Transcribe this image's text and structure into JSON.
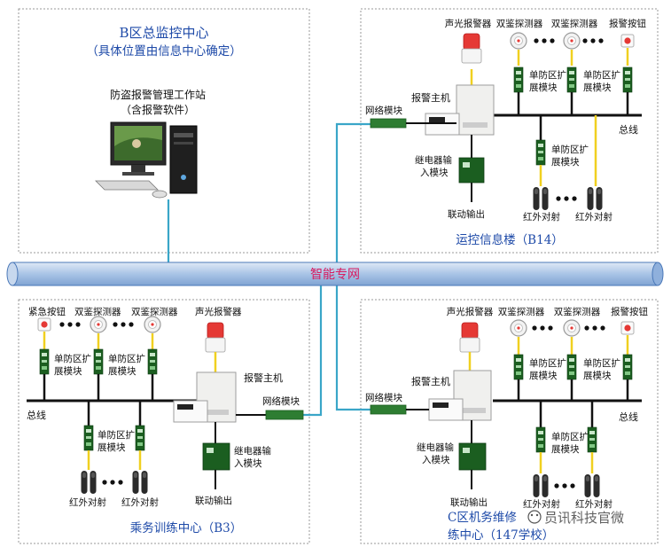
{
  "top_left": {
    "title": "B区总监控中心",
    "subtitle": "（具体位置由信息中心确定）",
    "workstation": "防盗报警管理工作站",
    "workstation_sub": "（含报警软件）"
  },
  "top_right": {
    "caption": "运控信息楼（B14）",
    "sound_light_alarm": "声光报警器",
    "dual_detector_1": "双鉴探测器",
    "dual_detector_2": "双鉴探测器",
    "alarm_button": "报警按钮",
    "zone_module_1a": "单防区扩",
    "zone_module_1b": "展模块",
    "zone_module_2a": "单防区扩",
    "zone_module_2b": "展模块",
    "alarm_host": "报警主机",
    "network_module": "网络模块",
    "bus": "总线",
    "relay_a": "继电器输",
    "relay_b": "入模块",
    "linkage_output": "联动输出",
    "ir_1": "红外对射",
    "ir_2": "红外对射"
  },
  "backbone": {
    "label": "智能专网"
  },
  "bottom_left": {
    "caption": "乘务训练中心（B3）",
    "emergency_button": "紧急按钮",
    "dual_detector_1": "双鉴探测器",
    "dual_detector_2": "双鉴探测器",
    "sound_light_alarm": "声光报警器",
    "zone_module_1a": "单防区扩",
    "zone_module_1b": "展模块",
    "zone_module_2a": "单防区扩",
    "zone_module_2b": "展模块",
    "zone_module_3a": "单防区扩",
    "zone_module_3b": "展模块",
    "alarm_host": "报警主机",
    "network_module": "网络模块",
    "bus": "总线",
    "relay_a": "继电器输",
    "relay_b": "入模块",
    "linkage_output": "联动输出",
    "ir_1": "红外对射",
    "ir_2": "红外对射"
  },
  "bottom_right": {
    "caption_1": "C区机务维修",
    "caption_2": "练中心（147学校）",
    "sound_light_alarm": "声光报警器",
    "dual_detector_1": "双鉴探测器",
    "dual_detector_2": "双鉴探测器",
    "alarm_button": "报警按钮",
    "zone_module_1a": "单防区扩",
    "zone_module_1b": "展模块",
    "zone_module_2a": "单防区扩",
    "zone_module_2b": "展模块",
    "zone_module_3a": "单防区扩",
    "zone_module_3b": "展模块",
    "alarm_host": "报警主机",
    "network_module": "网络模块",
    "bus": "总线",
    "relay_a": "继电器输",
    "relay_b": "入模块",
    "linkage_output": "联动输出",
    "ir_1": "红外对射",
    "ir_2": "红外对射"
  },
  "watermark": "员讯科技官微",
  "colors": {
    "backbone_fill": "#a9c4e6",
    "backbone_stroke": "#4a78b8",
    "backbone_text": "#d81b60",
    "link_line": "#3aa6c8",
    "device_link": "#f0d020",
    "caption_blue": "#1e4aa8",
    "module_green": "#2e7d32"
  }
}
